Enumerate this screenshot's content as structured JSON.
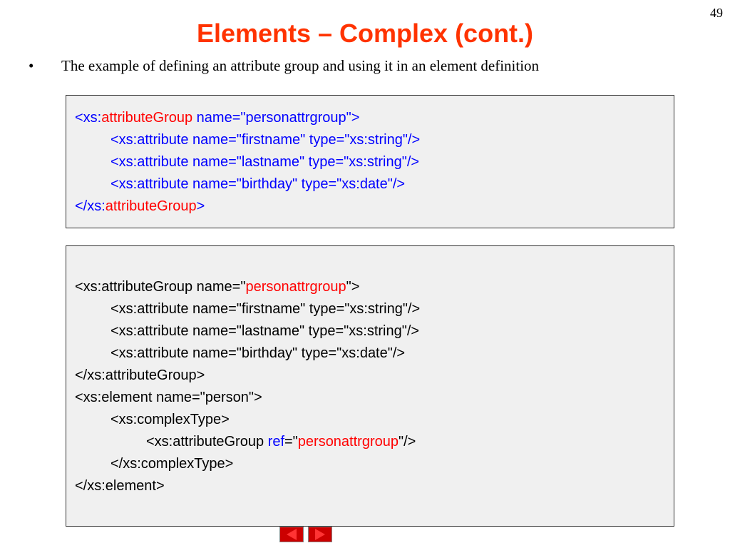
{
  "page_number": "49",
  "title": "Elements – Complex (cont.)",
  "bullet": {
    "symbol": "•",
    "text": "The example of defining an attribute group and using it in an element definition"
  },
  "box1": {
    "l1": [
      "<xs:",
      "attributeGroup",
      " name=\"personattrgroup\">"
    ],
    "l2": "<xs:attribute name=\"firstname\" type=\"xs:string\"/>",
    "l3": "<xs:attribute name=\"lastname\" type=\"xs:string\"/>",
    "l4": "<xs:attribute name=\"birthday\" type=\"xs:date\"/>",
    "l5": [
      "</xs:",
      "attributeGroup",
      ">"
    ]
  },
  "box2": {
    "l1": [
      "<xs:attributeGroup name=\"",
      "personattrgroup",
      "\">"
    ],
    "l2": "<xs:attribute name=\"firstname\" type=\"xs:string\"/>",
    "l3": "<xs:attribute name=\"lastname\" type=\"xs:string\"/>",
    "l4": "<xs:attribute name=\"birthday\" type=\"xs:date\"/>",
    "l5": "</xs:attributeGroup>",
    "l6": "<xs:element name=\"person\">",
    "l7": "<xs:complexType>",
    "l8": [
      "<xs:attributeGroup ",
      "ref",
      "=\"",
      "personattrgroup",
      "\"/>"
    ],
    "l9": "</xs:complexType>",
    "l10": "</xs:element>"
  },
  "nav": {
    "prev_icon": "triangle-left-icon",
    "next_icon": "triangle-right-icon"
  },
  "colors": {
    "title": "#ff3300",
    "code_blue": "#0000ff",
    "code_red": "#ff0000",
    "box_bg": "#f0f0f0",
    "nav_bg": "#cc0000"
  }
}
